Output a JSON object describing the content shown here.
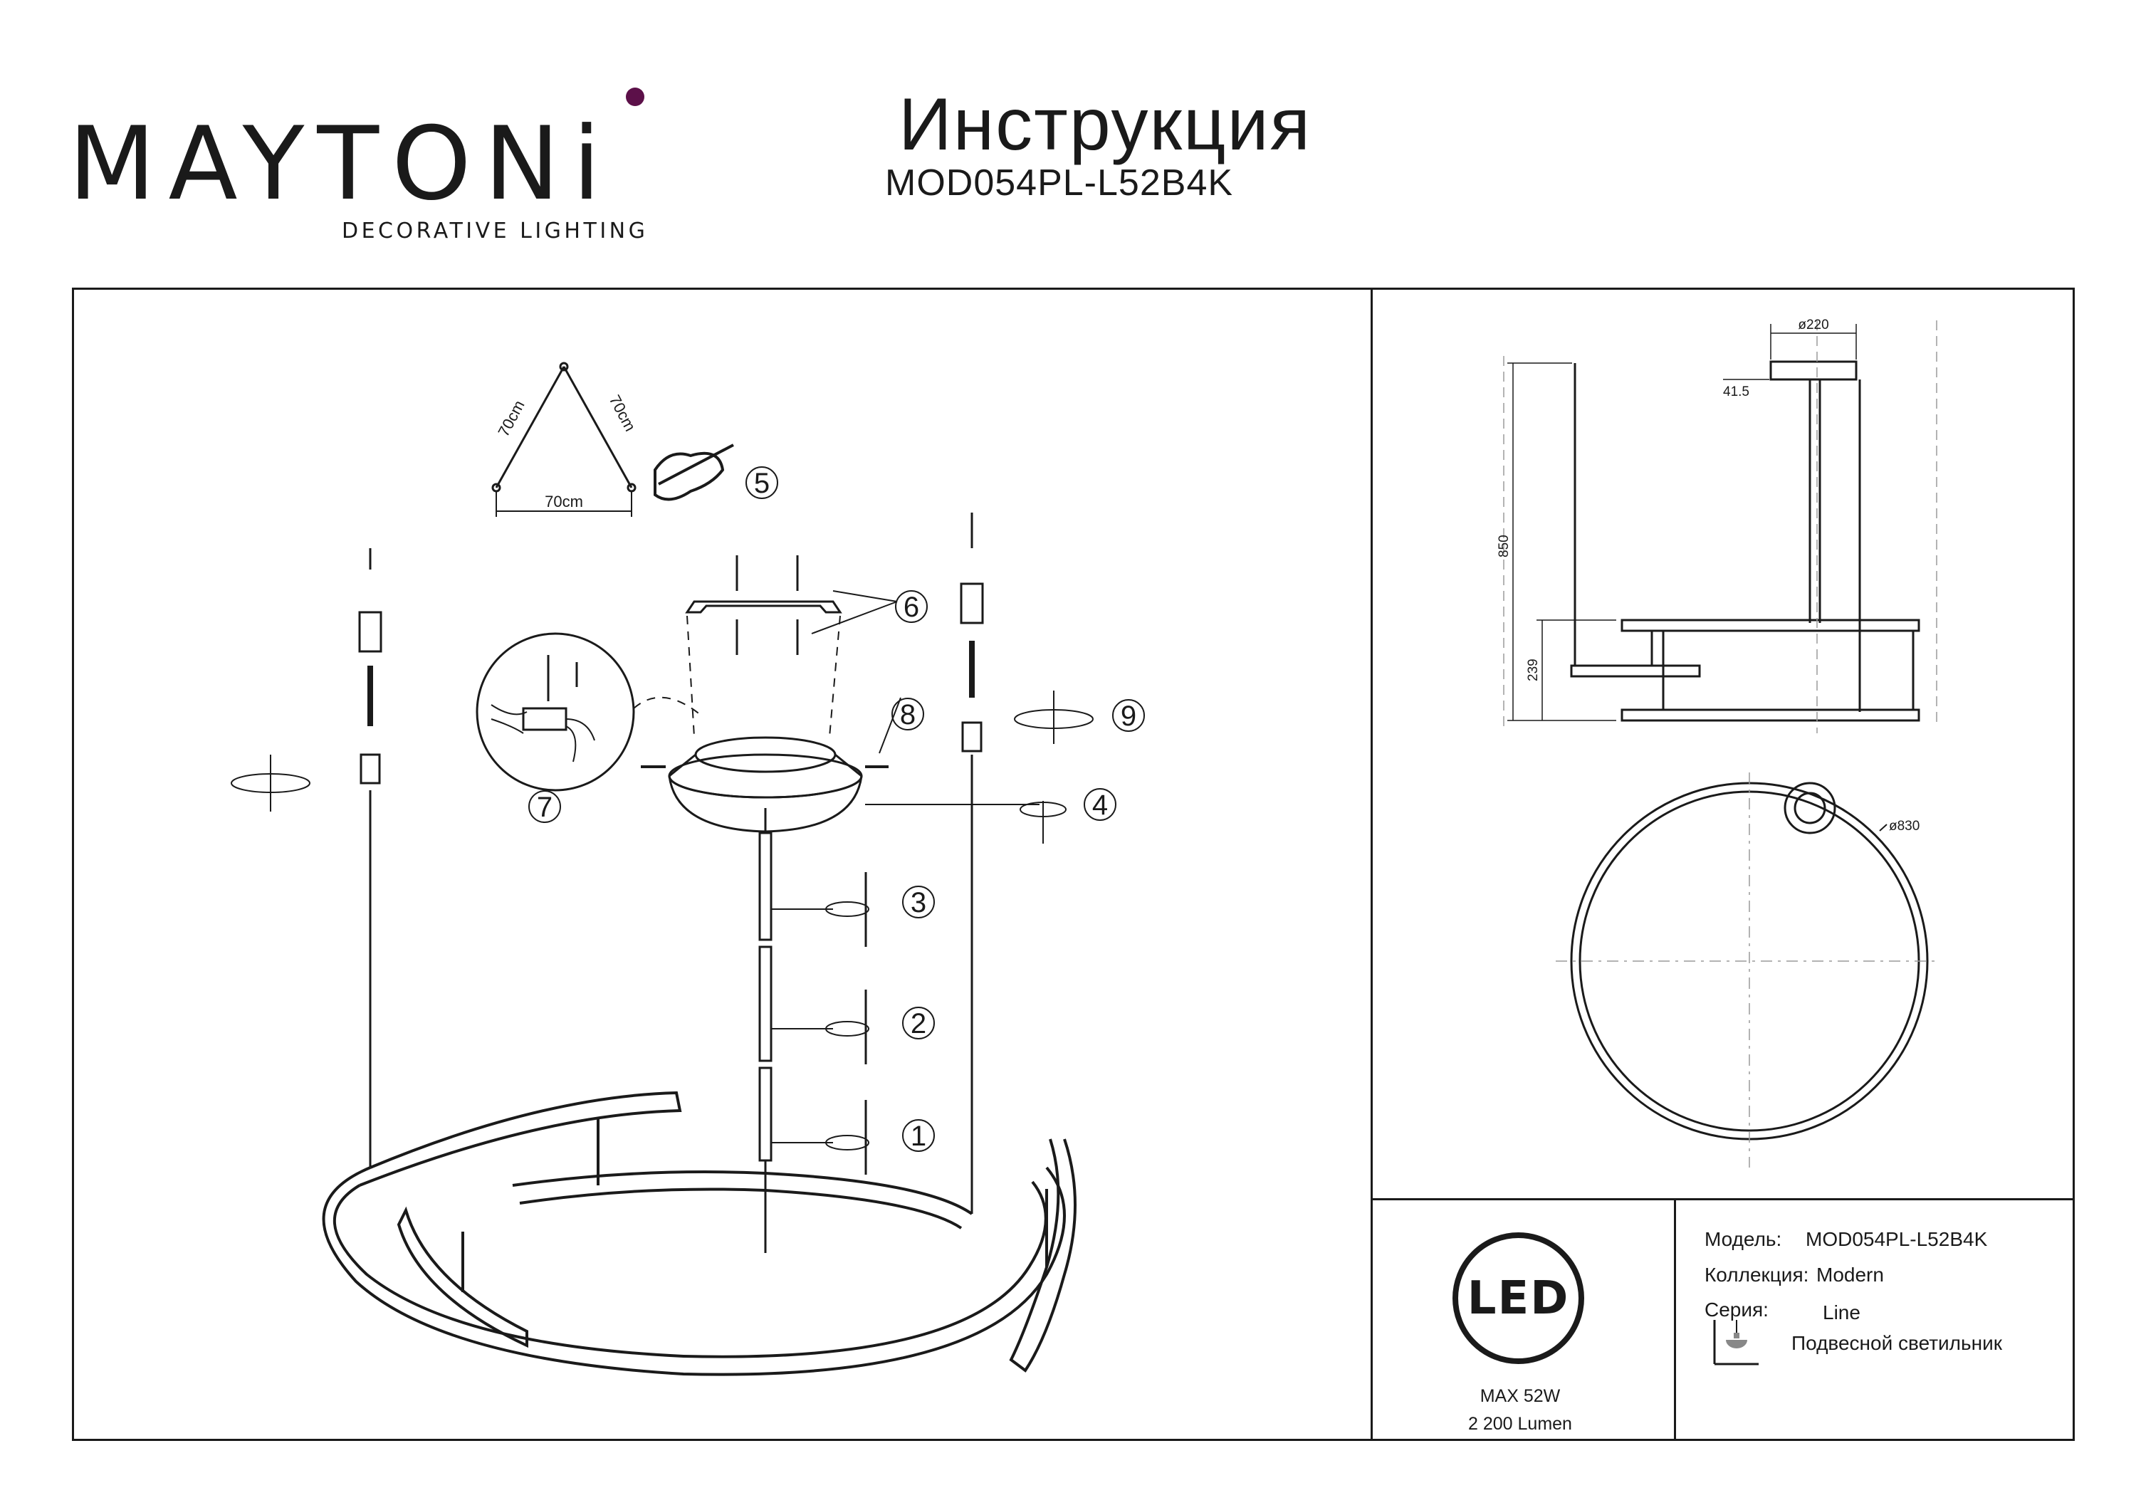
{
  "logo": {
    "wordmark": "MAYTONi",
    "tagline": "DECORATIVE LIGHTING"
  },
  "header": {
    "title": "Инструкция",
    "model": "MOD054PL-L52B4K"
  },
  "install_diagram": {
    "steps": [
      "1",
      "2",
      "3",
      "4",
      "5",
      "6",
      "7",
      "8",
      "9"
    ],
    "triangle": {
      "left": "70cm",
      "right": "70cm",
      "bottom": "70cm"
    }
  },
  "dimensions": {
    "canopy_diameter": "ø220",
    "canopy_height": "41.5",
    "total_height": "850",
    "ring_height": "239",
    "ring_diameter": "ø830"
  },
  "specs": {
    "led_badge": "LED",
    "power": "MAX 52W",
    "lumen": "2 200 Lumen",
    "model_label": "Модель:",
    "model_value": "MOD054PL-L52B4K",
    "collection_label": "Коллекция:",
    "collection_value": "Modern",
    "series_label": "Серия:",
    "series_value": "Line",
    "type_value": "Подвесной светильник"
  },
  "colors": {
    "ink": "#1a1a1a",
    "accent_dot": "#5c1049",
    "guide": "#9a9a9a"
  }
}
